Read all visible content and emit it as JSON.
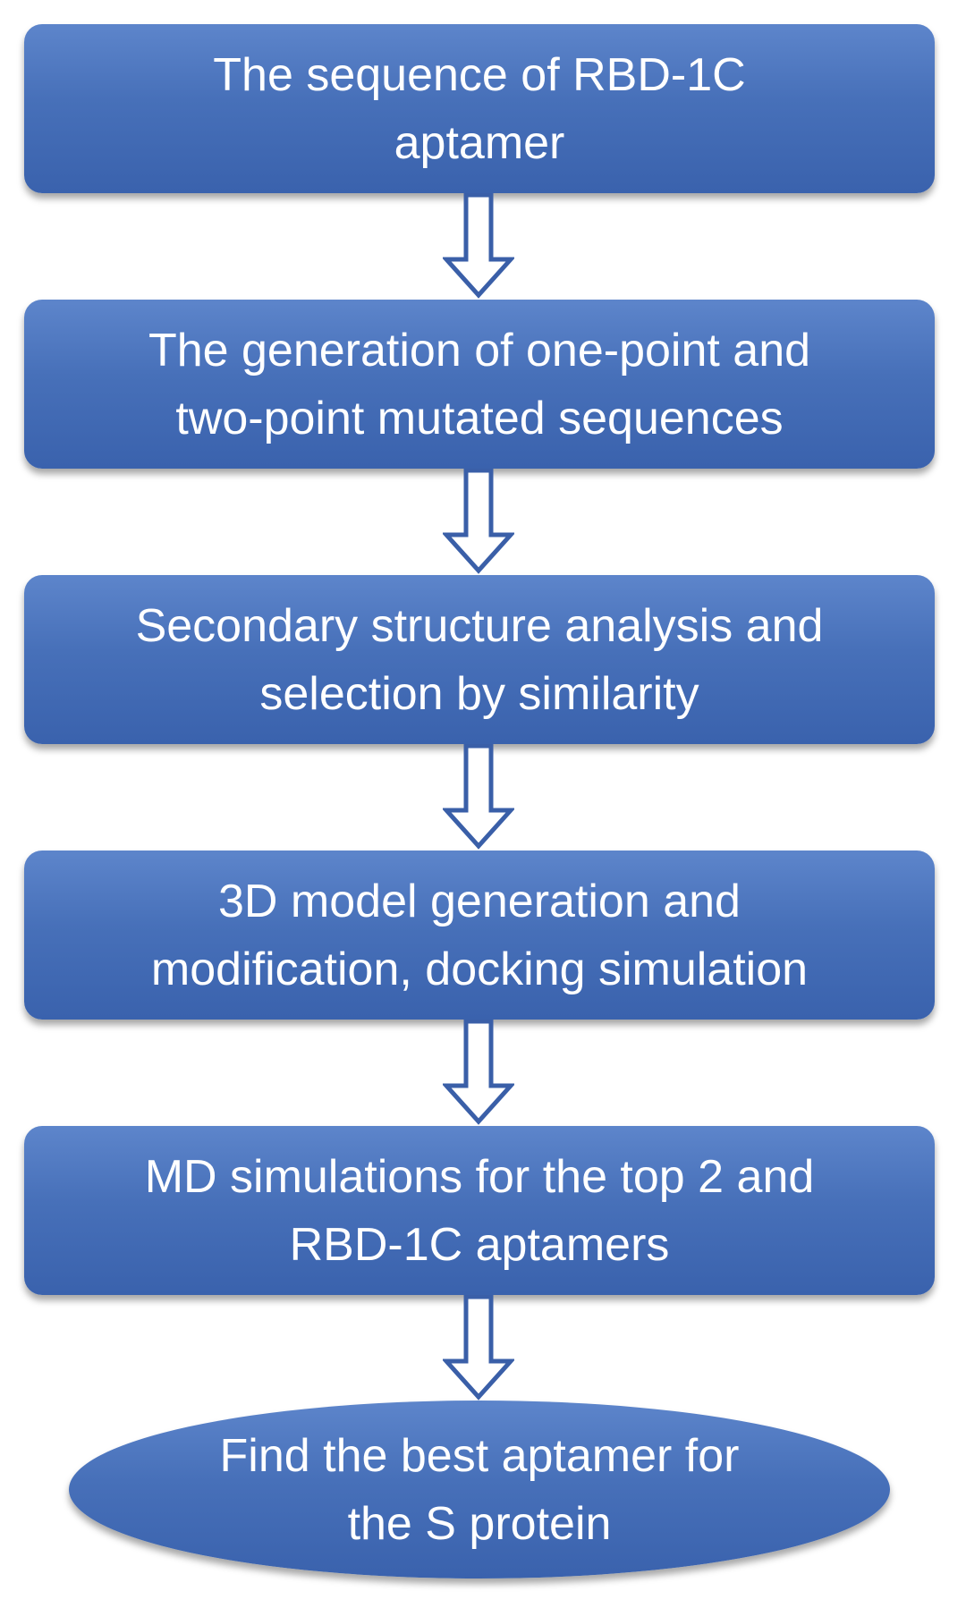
{
  "flowchart": {
    "steps": [
      {
        "label": "The sequence of RBD-1C\naptamer"
      },
      {
        "label": "The generation of one-point and\ntwo-point mutated sequences"
      },
      {
        "label": "Secondary structure analysis and\nselection by similarity"
      },
      {
        "label": "3D model generation and\nmodification, docking simulation"
      },
      {
        "label": "MD simulations for the top 2 and\nRBD-1C aptamers"
      }
    ],
    "terminal": {
      "label": "Find the best aptamer for\nthe S protein"
    }
  },
  "colors": {
    "box_fill": "#4770b9",
    "box_text": "#ffffff",
    "arrow_stroke": "#3a5fa8",
    "arrow_fill": "#ffffff"
  }
}
